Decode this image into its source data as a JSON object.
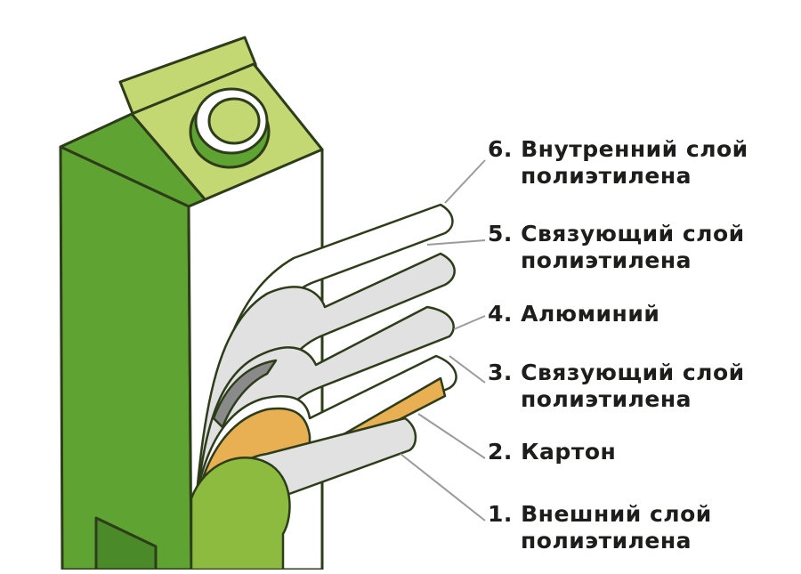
{
  "colors": {
    "carton_green": "#5fa332",
    "carton_dark": "#4a8a28",
    "light_green": "#c3d873",
    "mid_green": "#8dbb3f",
    "outline": "#2d3c19",
    "layer_gray": "#e1e1e1",
    "layer_dark": "#8a8a8a",
    "cardboard": "#e8b052",
    "leader": "#9b9b9b"
  },
  "layers": [
    {
      "number": "6.",
      "line1": "Внутренний слой",
      "line2": "полиэтилена"
    },
    {
      "number": "5.",
      "line1": "Связующий слой",
      "line2": "полиэтилена"
    },
    {
      "number": "4.",
      "line1": "Алюминий",
      "line2": ""
    },
    {
      "number": "3.",
      "line1": "Связующий слой",
      "line2": "полиэтилена"
    },
    {
      "number": "2.",
      "line1": "Картон",
      "line2": ""
    },
    {
      "number": "1.",
      "line1": "Внешний слой",
      "line2": "полиэтилена"
    }
  ]
}
